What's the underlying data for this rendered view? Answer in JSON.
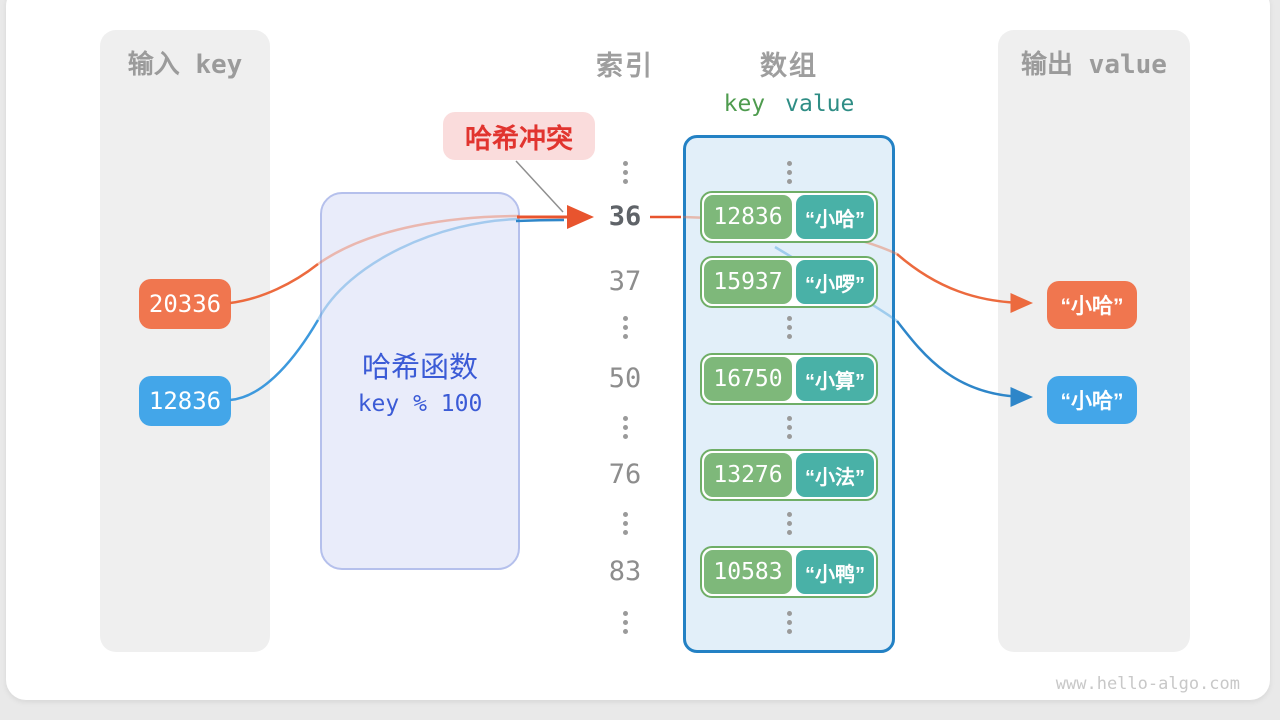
{
  "collision_label": "哈希冲突",
  "input_panel": {
    "title": "输入 key",
    "keys": [
      {
        "text": "20336"
      },
      {
        "text": "12836"
      }
    ]
  },
  "hash_box": {
    "title": "哈希函数",
    "formula": "key % 100"
  },
  "headers": {
    "index": "索引",
    "array": "数组",
    "key": "key",
    "value": "value"
  },
  "index_column": {
    "rows": [
      "36",
      "37",
      "50",
      "76",
      "83"
    ]
  },
  "array": {
    "pairs": [
      {
        "key": "12836",
        "value": "“小哈”"
      },
      {
        "key": "15937",
        "value": "“小啰”"
      },
      {
        "key": "16750",
        "value": "“小算”"
      },
      {
        "key": "13276",
        "value": "“小法”"
      },
      {
        "key": "10583",
        "value": "“小鸭”"
      }
    ]
  },
  "output_panel": {
    "title": "输出 value",
    "values": [
      {
        "text": "“小哈”"
      },
      {
        "text": "“小哈”"
      }
    ]
  },
  "watermark": "www.hello-algo.com",
  "colors": {
    "orange_box": "#f0764f",
    "blue_box": "#43a6e9",
    "orange_line": "#e8542e",
    "blue_line": "#2e86c9",
    "key_green": "#7eb87a",
    "value_teal": "#49b1a7",
    "pair_border_green": "#6fae67",
    "array_panel_fill": "#e2eff9",
    "array_panel_border": "#2381c4",
    "hash_box_fill": "#e9ecfa",
    "hash_box_border": "#b5c0ec",
    "hash_text_blue": "#3b5bd6",
    "collision_red": "#e1342f",
    "collision_bg": "#fadcdc",
    "panel_gray": "#efefef",
    "label_gray": "#9b9b9b"
  }
}
